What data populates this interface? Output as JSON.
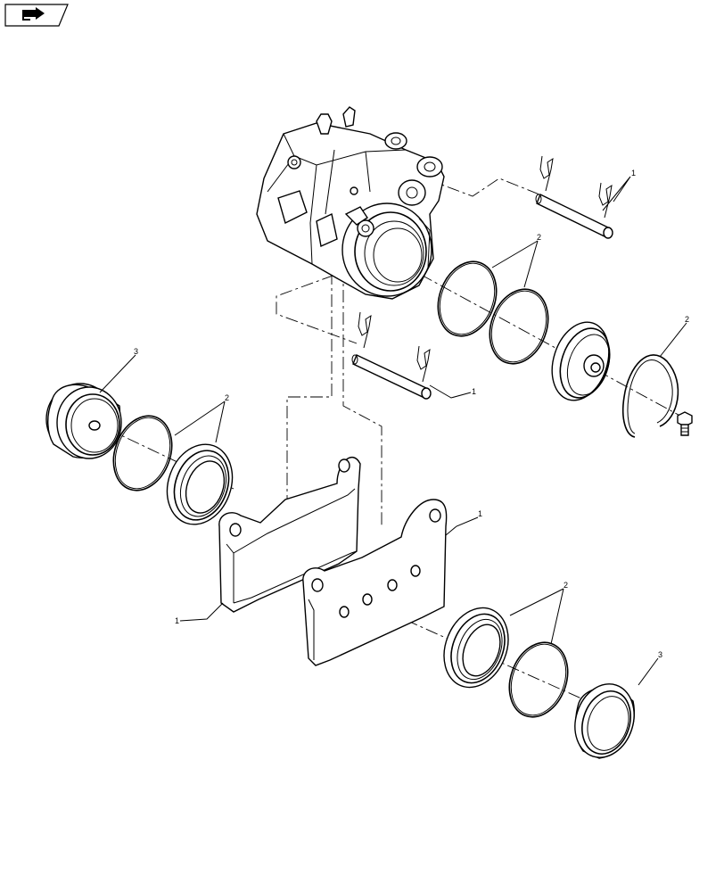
{
  "nav": {
    "back_icon": "arrow-return-icon"
  },
  "callouts": {
    "pin_top_right": "1",
    "seal_ring_upper_left": "2",
    "seal_ring_upper_right": "2",
    "piston_cap_left": "3",
    "seal_ring_left": "2",
    "pin_middle": "1",
    "brake_pad_right": "1",
    "brake_pad_left": "1",
    "seal_ring_lower": "2",
    "piston_cap_lower": "3"
  }
}
